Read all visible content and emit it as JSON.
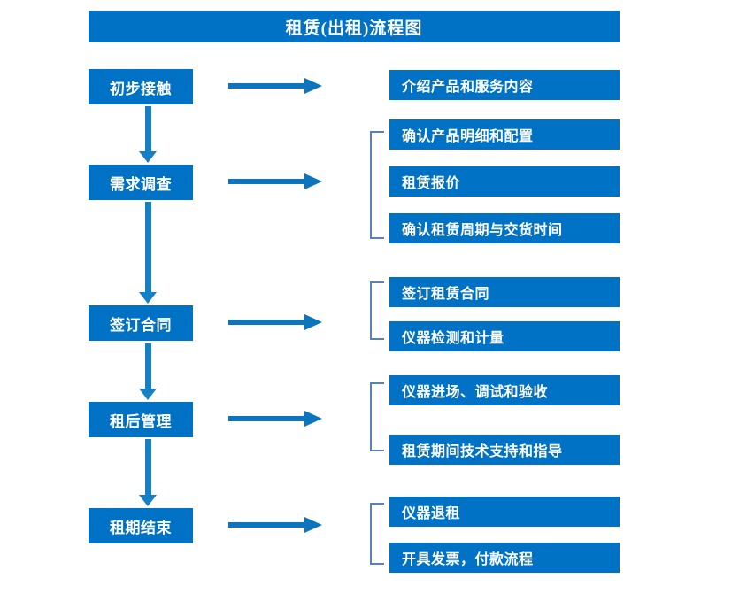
{
  "title": "租赁(出租)流程图",
  "colors": {
    "box_blue": "#0072C6",
    "arrow_blue": "#0D74BE",
    "bracket_blue": "#5B82B4",
    "text_white": "#FFFFFF"
  },
  "stages": [
    {
      "label": "初步接触"
    },
    {
      "label": "需求调查"
    },
    {
      "label": "签订合同"
    },
    {
      "label": "租后管理"
    },
    {
      "label": "租期结束"
    }
  ],
  "detail_groups": [
    {
      "stage": "初步接触",
      "bracketed": false,
      "items": [
        "介绍产品和服务内容"
      ]
    },
    {
      "stage": "需求调查",
      "bracketed": true,
      "items": [
        "确认产品明细和配置",
        "租赁报价",
        "确认租赁周期与交货时间"
      ]
    },
    {
      "stage": "签订合同",
      "bracketed": true,
      "items": [
        "签订租赁合同",
        "仪器检测和计量"
      ]
    },
    {
      "stage": "租后管理",
      "bracketed": true,
      "items": [
        "仪器进场、调试和验收",
        "租赁期间技术支持和指导"
      ]
    },
    {
      "stage": "租期结束",
      "bracketed": true,
      "items": [
        "仪器退租",
        "开具发票，付款流程"
      ]
    }
  ],
  "detail_boxes_flat": [
    "介绍产品和服务内容",
    "确认产品明细和配置",
    "租赁报价",
    "确认租赁周期与交货时间",
    "签订租赁合同",
    "仪器检测和计量",
    "仪器进场、调试和验收",
    "租赁期间技术支持和指导",
    "仪器退租",
    "开具发票，付款流程"
  ]
}
